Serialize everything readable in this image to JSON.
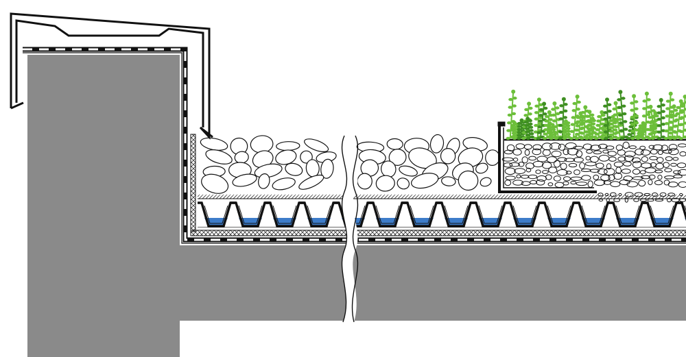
{
  "diagram": {
    "kind": "green-roof-section",
    "components": [
      {
        "id": "parapet-wall",
        "icon": "concrete-wall"
      },
      {
        "id": "roof-slab",
        "icon": "concrete-slab"
      },
      {
        "id": "metal-coping",
        "icon": "coping-flashing"
      },
      {
        "id": "waterproofing-membrane",
        "icon": "membrane-dashed"
      },
      {
        "id": "protection-fleece",
        "icon": "crosshatch-layer"
      },
      {
        "id": "drainage-board",
        "icon": "egg-crate-cups"
      },
      {
        "id": "retained-water",
        "icon": "water-fill"
      },
      {
        "id": "filter-layer",
        "icon": "hatched-line"
      },
      {
        "id": "gravel-strip",
        "icon": "pebbles"
      },
      {
        "id": "edge-profile",
        "icon": "l-profile"
      },
      {
        "id": "substrate",
        "icon": "growing-medium"
      },
      {
        "id": "vegetation",
        "icon": "plants"
      },
      {
        "id": "section-break",
        "icon": "wavy-break"
      }
    ],
    "colors": {
      "concrete": "#8a8a8a",
      "line": "#111111",
      "water": "#3d7cc9",
      "plant": "#6cbf3a",
      "plant_dark": "#3f8f22",
      "background": "#ffffff"
    }
  }
}
